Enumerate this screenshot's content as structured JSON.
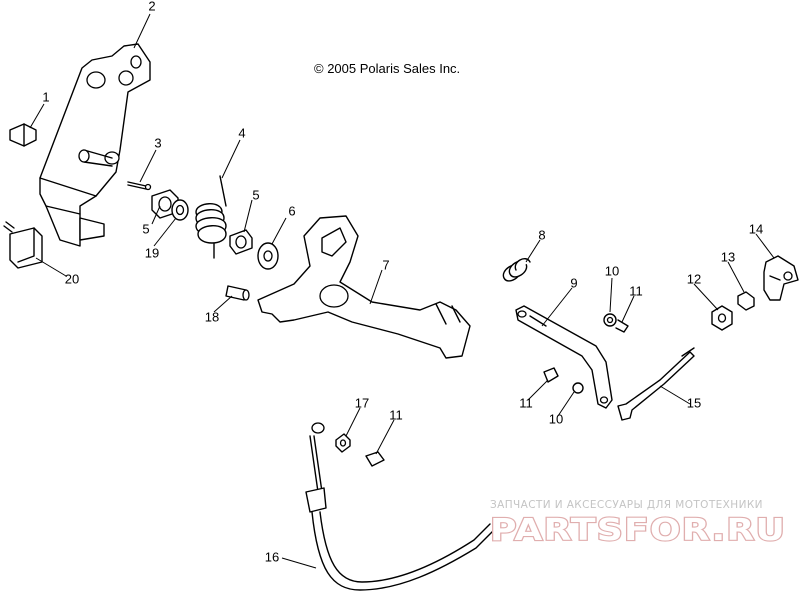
{
  "copyright": "© 2005 Polaris Sales Inc.",
  "watermark": {
    "tagline": "ЗАПЧАСТИ И АКСЕССУАРЫ ДЛЯ МОТОТЕХНИКИ",
    "logo": "PARTSFOR.RU"
  },
  "callouts": [
    {
      "id": "c2",
      "label": "2"
    },
    {
      "id": "c1",
      "label": "1"
    },
    {
      "id": "c3",
      "label": "3"
    },
    {
      "id": "c4",
      "label": "4"
    },
    {
      "id": "c5a",
      "label": "5"
    },
    {
      "id": "c5b",
      "label": "5"
    },
    {
      "id": "c6",
      "label": "6"
    },
    {
      "id": "c19",
      "label": "19"
    },
    {
      "id": "c20",
      "label": "20"
    },
    {
      "id": "c18",
      "label": "18"
    },
    {
      "id": "c7",
      "label": "7"
    },
    {
      "id": "c8",
      "label": "8"
    },
    {
      "id": "c9",
      "label": "9"
    },
    {
      "id": "c10a",
      "label": "10"
    },
    {
      "id": "c11a",
      "label": "11"
    },
    {
      "id": "c12",
      "label": "12"
    },
    {
      "id": "c13",
      "label": "13"
    },
    {
      "id": "c14",
      "label": "14"
    },
    {
      "id": "c15",
      "label": "15"
    },
    {
      "id": "c11b",
      "label": "11"
    },
    {
      "id": "c10b",
      "label": "10"
    },
    {
      "id": "c17",
      "label": "17"
    },
    {
      "id": "c11c",
      "label": "11"
    },
    {
      "id": "c16",
      "label": "16"
    }
  ]
}
